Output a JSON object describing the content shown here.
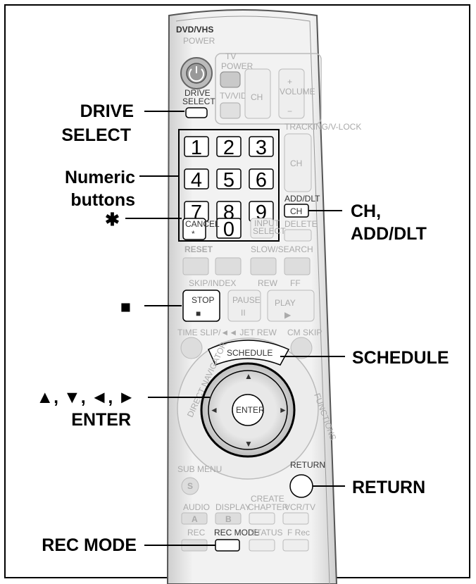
{
  "callouts": {
    "drive_select_1": "DRIVE",
    "drive_select_2": "SELECT",
    "numeric_1": "Numeric",
    "numeric_2": "buttons",
    "star": "✱",
    "stop": "■",
    "arrows_1": "▲, ▼, ◄, ►",
    "arrows_2": "ENTER",
    "rec_mode": "REC MODE",
    "ch_1": "CH,",
    "ch_2": "ADD/DLT",
    "schedule": "SCHEDULE",
    "return": "RETURN"
  },
  "remote": {
    "dvd_vhs": "DVD/VHS",
    "power": "POWER",
    "tv": "TV",
    "tv_power": "POWER",
    "drive_1": "DRIVE",
    "drive_2": "SELECT",
    "tv_video": "TV/VIDEO",
    "ch": "CH",
    "volume": "VOLUME",
    "tracking": "TRACKING/V-LOCK",
    "add_dlt": "ADD/DLT",
    "ch_btn": "CH",
    "cancel": "CANCEL",
    "cancel_star": "*",
    "input_1": "INPUT",
    "input_2": "SELECT",
    "delete": "DELETE",
    "reset": "RESET",
    "slow_search": "SLOW/SEARCH",
    "skip_index": "SKIP/INDEX",
    "rew": "REW",
    "ff": "FF",
    "stop": "STOP",
    "stop_sym": "■",
    "pause": "PAUSE",
    "pause_sym": "II",
    "play": "PLAY",
    "time_slip": "TIME SLIP/◄◄ JET REW",
    "cm_skip": "CM SKIP",
    "schedule": "SCHEDULE",
    "direct_nav": "DIRECT NAVIGATOR",
    "functions": "FUNCTIONS",
    "enter": "ENTER",
    "sub_menu": "SUB MENU",
    "s_btn": "S",
    "return": "RETURN",
    "audio": "AUDIO",
    "audio_a": "A",
    "display": "DISPLAY",
    "display_b": "B",
    "create_1": "CREATE",
    "create_2": "CHAPTER",
    "vcr_tv": "VCR/TV",
    "rec": "REC",
    "rec_mode": "REC MODE",
    "status": "STATUS",
    "f_rec": "F Rec"
  },
  "numeric_keys": [
    "1",
    "2",
    "3",
    "4",
    "5",
    "6",
    "7",
    "8",
    "9",
    "0"
  ]
}
